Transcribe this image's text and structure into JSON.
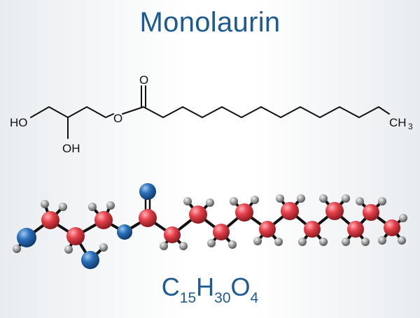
{
  "title": "Monolaurin",
  "skeletal": {
    "atom_labels": {
      "ho": "HO",
      "oh": "OH",
      "ester_o": "O",
      "carbonyl_o": "O",
      "ch3_main": "CH",
      "ch3_sub": "3"
    }
  },
  "formula": {
    "parts": [
      {
        "text": "C",
        "sub": "15"
      },
      {
        "text": "H",
        "sub": "30"
      },
      {
        "text": "O",
        "sub": "4"
      }
    ]
  },
  "colors": {
    "title": "#1c5a92",
    "formula": "#1c5a92",
    "carbon": "#e3404a",
    "oxygen": "#2a6fb8",
    "hydrogen": "#9a9a9a",
    "bond": "#111111"
  }
}
